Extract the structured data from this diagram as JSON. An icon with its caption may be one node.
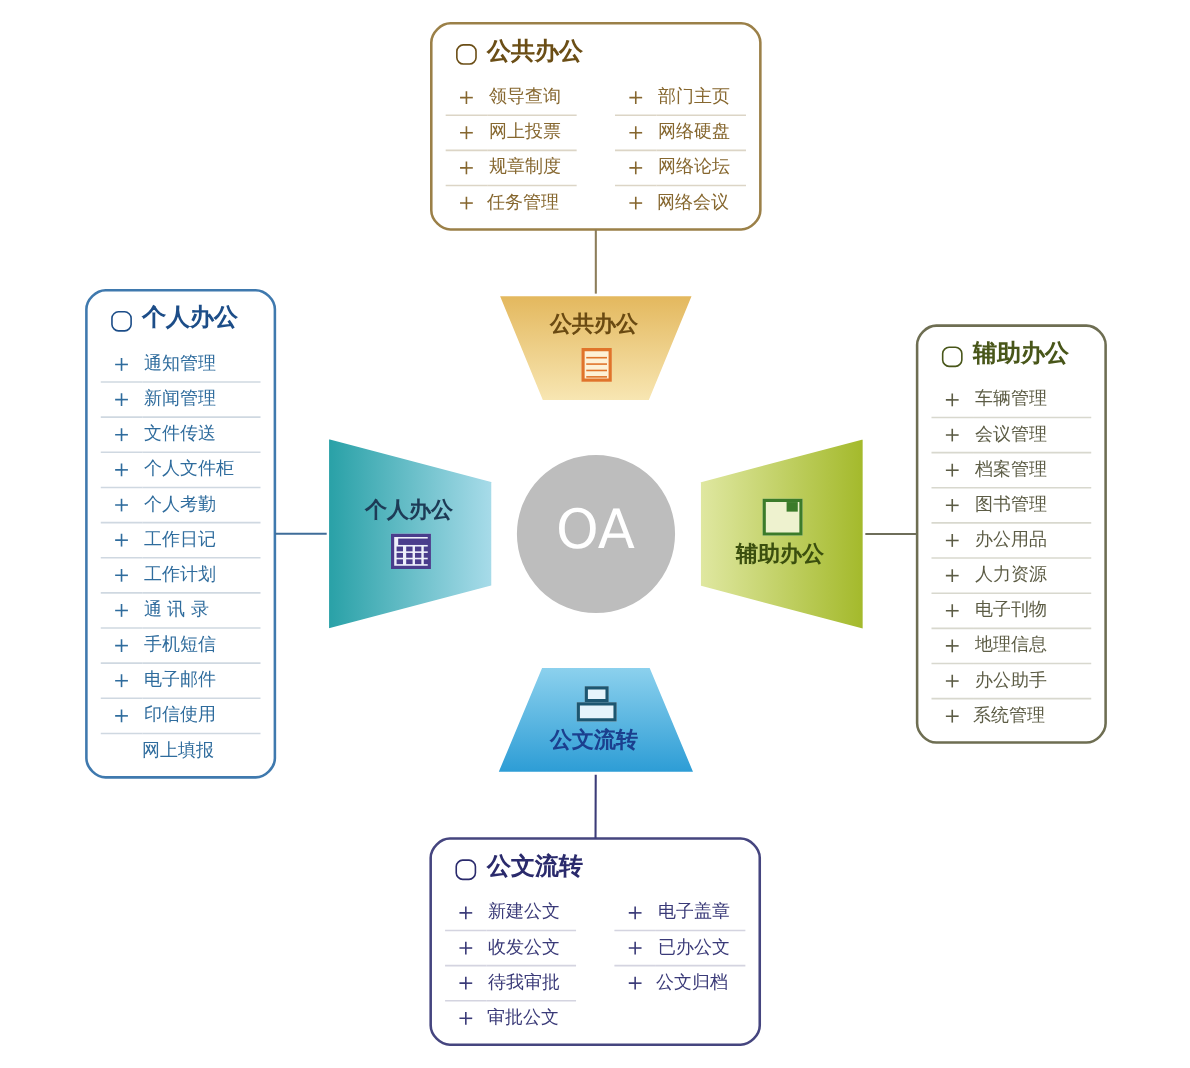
{
  "diagram": {
    "nodes": [
      {
        "text": [
          "公共办公",
          "领导查询",
          "部门主页",
          "网上投票",
          "网络硬盘",
          "规章制度",
          "网络论坛",
          "任务管理",
          "网络会议"
        ]
      },
      {
        "text": [
          "个人办公",
          "通知管理",
          "新闻管理",
          "文件传送",
          "个人文件柜",
          "个人考勤",
          "工作日记",
          "工作计划",
          "通 讯 录",
          "手机短信",
          "电子邮件",
          "印信使用",
          "网上填报"
        ]
      },
      {
        "text": [
          "辅助办公",
          "车辆管理",
          "会议管理",
          "档案管理",
          "图书管理",
          "办公用品",
          "人力资源",
          "电子刊物",
          "地理信息",
          "办公助手",
          "系统管理"
        ]
      },
      {
        "text": [
          "公共办公"
        ]
      },
      {
        "text": [
          "个人办公"
        ]
      },
      {
        "text": [
          "OA"
        ]
      },
      {
        "text": [
          "辅助办公"
        ]
      },
      {
        "text": [
          "公文流转"
        ]
      },
      {
        "text": [
          "公文流转",
          "新建公文",
          "电子盖章",
          "收发公文",
          "已办公文",
          "待我审批",
          "公文归档",
          "审批公文"
        ]
      }
    ],
    "edges": [
      {
        "from": 0,
        "to": 3,
        "arrow": "none",
        "color": "#8c7d5a"
      },
      {
        "from": 1,
        "to": 4,
        "arrow": "none",
        "color": "#3f6d99"
      },
      {
        "from": 6,
        "to": 2,
        "arrow": "none",
        "color": "#6e6e5a"
      },
      {
        "from": 7,
        "to": 8,
        "arrow": "none",
        "color": "#3c3c78"
      }
    ]
  }
}
